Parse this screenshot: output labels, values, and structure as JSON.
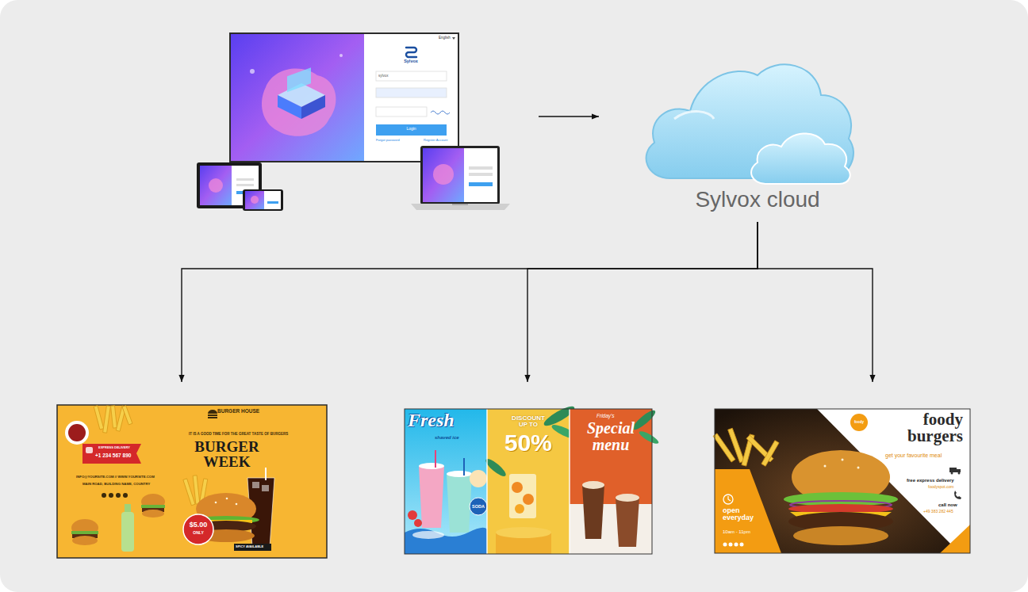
{
  "diagram": {
    "nodes": [
      {
        "text": [
          "English",
          "Sylvox",
          "sylvox",
          "Login",
          "Forgot password",
          "Register Account"
        ]
      },
      {
        "text": [
          "Sylvox cloud"
        ]
      },
      {
        "text": [
          "BURGER HOUSE",
          "IT IS A GOOD TIME FOR THE GREAT TASTE OF BURGERS",
          "EXPRESS DELIVERY",
          "+1 234 567 890",
          "BURGER WEEK",
          "INFO@YOURSITE.COM // WWW.YOURSITE.COM",
          "MAIN ROAD, BUILDING NAME, COUNTRY",
          "$5.00",
          "ONLY",
          "SPICY AVAILABLE"
        ]
      },
      {
        "text": [
          "Fresh",
          "shaved ice",
          "SODA",
          "DISCOUNT UP TO",
          "50%",
          "Friday's",
          "Special menu"
        ]
      },
      {
        "text": [
          "foody",
          "foody burgers",
          "get your favourite meal",
          "free express delivery",
          "foodyspot.com",
          "call now",
          "+49 383 282 445",
          "open everyday",
          "10am - 11pm"
        ]
      }
    ],
    "edges": [
      {
        "from": 0,
        "to": 1,
        "arrow": "to"
      },
      {
        "from": 1,
        "to": 2,
        "arrow": "to"
      },
      {
        "from": 1,
        "to": 3,
        "arrow": "to"
      },
      {
        "from": 1,
        "to": 4,
        "arrow": "to"
      }
    ]
  }
}
